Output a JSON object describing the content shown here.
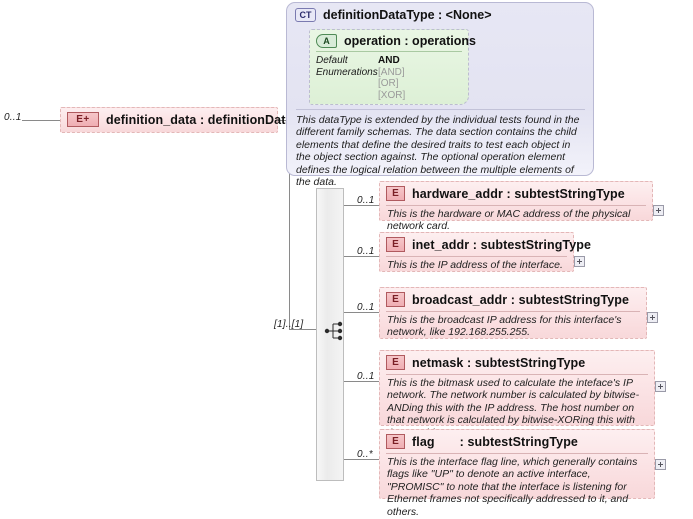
{
  "diagram": {
    "type": "xsd-schema-diagram",
    "root_element": {
      "cardinality": "0..1",
      "icon": "E+",
      "label": "definition_data : definitionDataType",
      "name": "definition_data",
      "type": "definitionDataType",
      "toggle": "minus"
    },
    "complex_type": {
      "icon": "CT",
      "title": "definitionDataType : <None>",
      "attribute": {
        "icon": "A",
        "title": "operation : operations",
        "rows": [
          {
            "key": "Default",
            "value": "AND",
            "style": "strong"
          },
          {
            "key": "Enumerations",
            "value": "[AND]",
            "style": "enum"
          },
          {
            "key": "",
            "value": "[OR]",
            "style": "enum"
          },
          {
            "key": "",
            "value": "[XOR]",
            "style": "enum"
          }
        ]
      },
      "documentation": "This dataType is extended by the individual tests found in the different family schemas.  The data section contains the child elements that define the desired traits to test each object in the object section against.  The optional operation element defines the logical relation between the multiple elements of the data."
    },
    "sequence": {
      "cardinality": "[1]..[1]",
      "icon": "sequence-icon"
    },
    "children": [
      {
        "cardinality": "0..1",
        "icon": "E",
        "label": "hardware_addr : subtestStringType",
        "name": "hardware_addr",
        "type": "subtestStringType",
        "documentation": "This is the hardware or MAC address of the physical network card.",
        "toggle": "plus"
      },
      {
        "cardinality": "0..1",
        "icon": "E",
        "label": "inet_addr : subtestStringType",
        "name": "inet_addr",
        "type": "subtestStringType",
        "documentation": "This is the IP address of the interface.",
        "toggle": "plus"
      },
      {
        "cardinality": "0..1",
        "icon": "E",
        "label": "broadcast_addr : subtestStringType",
        "name": "broadcast_addr",
        "type": "subtestStringType",
        "documentation": "This is the broadcast IP address for this interface's network, like 192.168.255.255.",
        "toggle": "plus"
      },
      {
        "cardinality": "0..1",
        "icon": "E",
        "label": "netmask : subtestStringType",
        "name": "netmask",
        "type": "subtestStringType",
        "documentation": "This is the bitmask used to calculate the inteface's IP network.  The network number is calculated by bitwise-ANDing this with the IP address.  The host number on that network is calculated by bitwise-XORing this with the IP address.",
        "toggle": "plus"
      },
      {
        "cardinality": "0..*",
        "icon": "E",
        "label": "flag       : subtestStringType",
        "name": "flag",
        "type": "subtestStringType",
        "documentation": "This is the interface flag line, which generally contains flags like \"UP\" to denote an active interface, \"PROMISC\" to note that the interface is listening for Ethernet frames not specifically addressed to it, and others.",
        "toggle": "plus"
      }
    ]
  },
  "colors": {
    "element_fill": "#fbe2e4",
    "element_border": "#e3b7b7",
    "complextype_fill": "#e3e3f2",
    "complextype_border": "#b9b9d4",
    "attribute_fill": "#ddf0d6",
    "attribute_border": "#4f8a56",
    "connector": "#8a8a8a"
  }
}
